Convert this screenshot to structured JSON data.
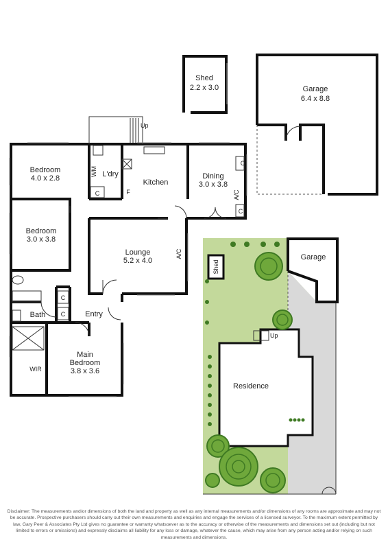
{
  "rooms": {
    "shed": {
      "name": "Shed",
      "size": "2.2 x 3.0"
    },
    "garage": {
      "name": "Garage",
      "size": "6.4 x 8.8"
    },
    "bedroom1": {
      "name": "Bedroom",
      "size": "4.0 x 2.8"
    },
    "bedroom2": {
      "name": "Bedroom",
      "size": "3.0 x 3.8"
    },
    "laundry": {
      "name": "L'dry"
    },
    "kitchen": {
      "name": "Kitchen"
    },
    "dining": {
      "name": "Dining",
      "size": "3.0 x 3.8"
    },
    "lounge": {
      "name": "Lounge",
      "size": "5.2 x 4.0"
    },
    "bath": {
      "name": "Bath"
    },
    "entry": {
      "name": "Entry"
    },
    "main_bedroom": {
      "name": "Main",
      "name2": "Bedroom",
      "size": "3.8 x 3.6"
    },
    "wir": {
      "name": "WIR"
    }
  },
  "fixtures": {
    "wm": "WM",
    "f": "F",
    "c": "C",
    "ac": "A/C",
    "up": "Up"
  },
  "site": {
    "shed": "Shed",
    "garage": "Garage",
    "residence": "Residence",
    "up": "Up"
  },
  "colors": {
    "lawn": "#c3d99b",
    "tree": "#6fa83b",
    "tree_dark": "#3f7a23",
    "paving": "#d9d9d9",
    "wall": "#111111"
  },
  "disclaimer": "Disclaimer: The measurements and/or dimensions of both the land and property as well as any internal measurements and/or dimensions of any rooms are approximate and may not be accurate. Prospective purchasers should carry out their own measurements and enquiries and engage the services of a licensed surveyor. To the maximum extent permitted by law, Gary Peer & Associates Pty Ltd gives no guarantee or warranty whatsoever as to the accuracy or otherwise of the measurements and dimensions set out (including but not limited to errors or omissions) and expressly disclaims all liability for any loss or damage, whatever the cause, which may arise from any person acting and/or relying on such measurements and dimensions."
}
